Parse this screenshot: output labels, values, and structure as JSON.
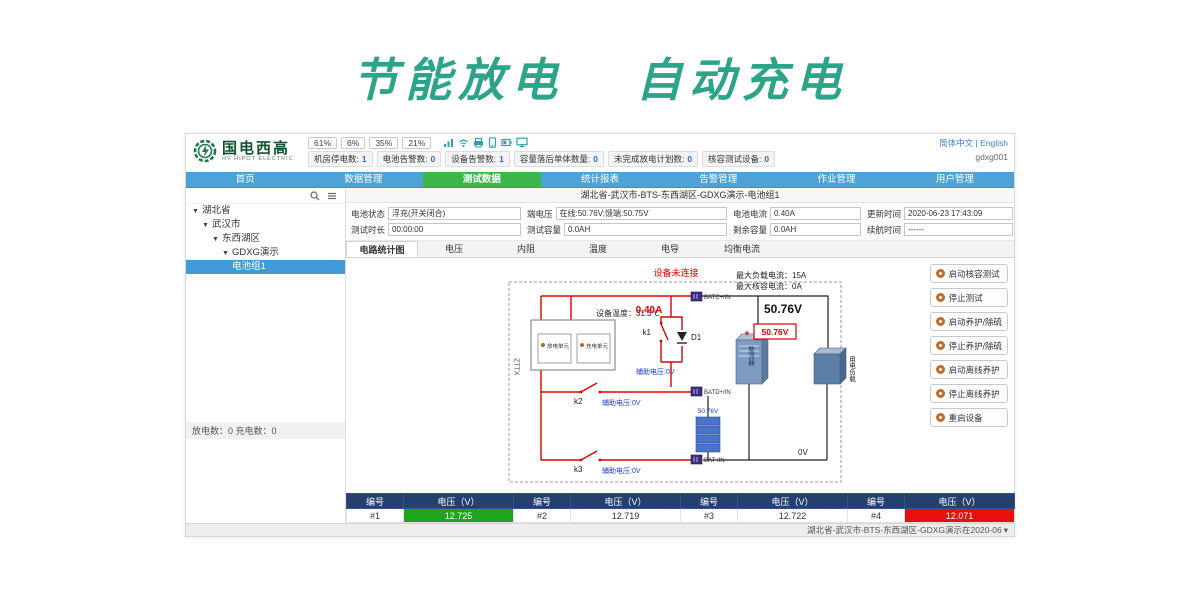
{
  "banner": {
    "word1": "节能放电",
    "word2": "自动充电"
  },
  "header": {
    "logo_cn": "国电西高",
    "logo_en": "HV HIPOT ELECTRIC",
    "percentages": [
      "61%",
      "6%",
      "35%",
      "21%"
    ],
    "icons": [
      "signal-icon",
      "wifi-icon",
      "printer-icon",
      "phone-icon",
      "battery-icon",
      "monitor-icon"
    ],
    "stats": [
      {
        "label": "机房停电数:",
        "value": "1"
      },
      {
        "label": "电池告警数:",
        "value": "0"
      },
      {
        "label": "设备告警数:",
        "value": "1"
      },
      {
        "label": "容量落后单体数量:",
        "value": "0"
      },
      {
        "label": "未完成放电计划数:",
        "value": "0"
      },
      {
        "label": "核容测试设备:",
        "value": "0"
      }
    ],
    "lang_zh": "简体中文",
    "lang_divider": "|",
    "lang_en": "English",
    "username": "gdxg001"
  },
  "nav": {
    "items": [
      {
        "label": "首页"
      },
      {
        "label": "数据管理"
      },
      {
        "label": "测试数据"
      },
      {
        "label": "统计报表"
      },
      {
        "label": "告警管理"
      },
      {
        "label": "作业管理"
      },
      {
        "label": "用户管理"
      }
    ]
  },
  "sidebar": {
    "caret": "▼",
    "tree": [
      {
        "label": "湖北省"
      },
      {
        "label": "武汉市"
      },
      {
        "label": "东西湖区"
      },
      {
        "label": "GDXG演示"
      },
      {
        "label": "电池组1"
      }
    ],
    "footer": "放电数：0 充电数：0"
  },
  "main": {
    "breadcrumb": "湖北省-武汉市-BTS-东西湖区-GDXG演示-电池组1",
    "info": [
      {
        "label": "电池状态",
        "value": "浮充(开关闭合)"
      },
      {
        "label": "端电压",
        "value": "在线:50.76V;馈端:50.75V"
      },
      {
        "label": "电池电流",
        "value": "0.40A"
      },
      {
        "label": "更新时间",
        "value": "2020-06-23 17:43:09"
      },
      {
        "label": "测试时长",
        "value": "00:00:00"
      },
      {
        "label": "测试容量",
        "value": "0.0AH"
      },
      {
        "label": "剩余容量",
        "value": "0.0AH"
      },
      {
        "label": "续航时间",
        "value": "------"
      }
    ],
    "tabs": [
      {
        "label": "电路统计图"
      },
      {
        "label": "电压"
      },
      {
        "label": "内阻"
      },
      {
        "label": "温度"
      },
      {
        "label": "电导"
      },
      {
        "label": "均衡电流"
      }
    ],
    "diagram": {
      "not_connected": "设备未连接",
      "max_load_current": "最大负载电流：15A",
      "max_check_current": "最大核容电流：0A",
      "device_temp": "设备温度：31.3℃",
      "battery_current": "0.40A",
      "bus_voltage": "50.76V",
      "dc_voltage": "50.76V",
      "plus": "+",
      "cells_voltage": "50.76V",
      "aux_voltage_1": "辅助电压:0V",
      "aux_voltage_2": "辅助电压:0V",
      "aux_voltage_3": "辅助电压:0V",
      "zttx": "ZTTX",
      "k1": "k1",
      "k2": "k2",
      "k3": "k3",
      "d1": "D1",
      "discharge_unit": "放电单元",
      "charge_unit": "充电单元",
      "rectifier": "整流器",
      "load": "用电负载",
      "zero_v": "0V",
      "batc": "BATC+/IN",
      "batd": "BATD+/IN",
      "bat_neg": "BAT-/IN"
    },
    "actions": [
      {
        "label": "启动核容测试"
      },
      {
        "label": "停止测试"
      },
      {
        "label": "启动养护/除硫"
      },
      {
        "label": "停止养护/除硫"
      },
      {
        "label": "启动离线养护"
      },
      {
        "label": "停止离线养护"
      },
      {
        "label": "重启设备"
      }
    ],
    "table": {
      "id_header": "编号",
      "voltage_header": "电压（V）",
      "cells": [
        {
          "id": "#1",
          "voltage": "12.725"
        },
        {
          "id": "#2",
          "voltage": "12.719"
        },
        {
          "id": "#3",
          "voltage": "12.722"
        },
        {
          "id": "#4",
          "voltage": "12.071"
        }
      ]
    }
  },
  "statusbar": {
    "text": "湖北省-武汉市-BTS-东西湖区-GDXG演示在2020-06",
    "caret": "▾"
  }
}
